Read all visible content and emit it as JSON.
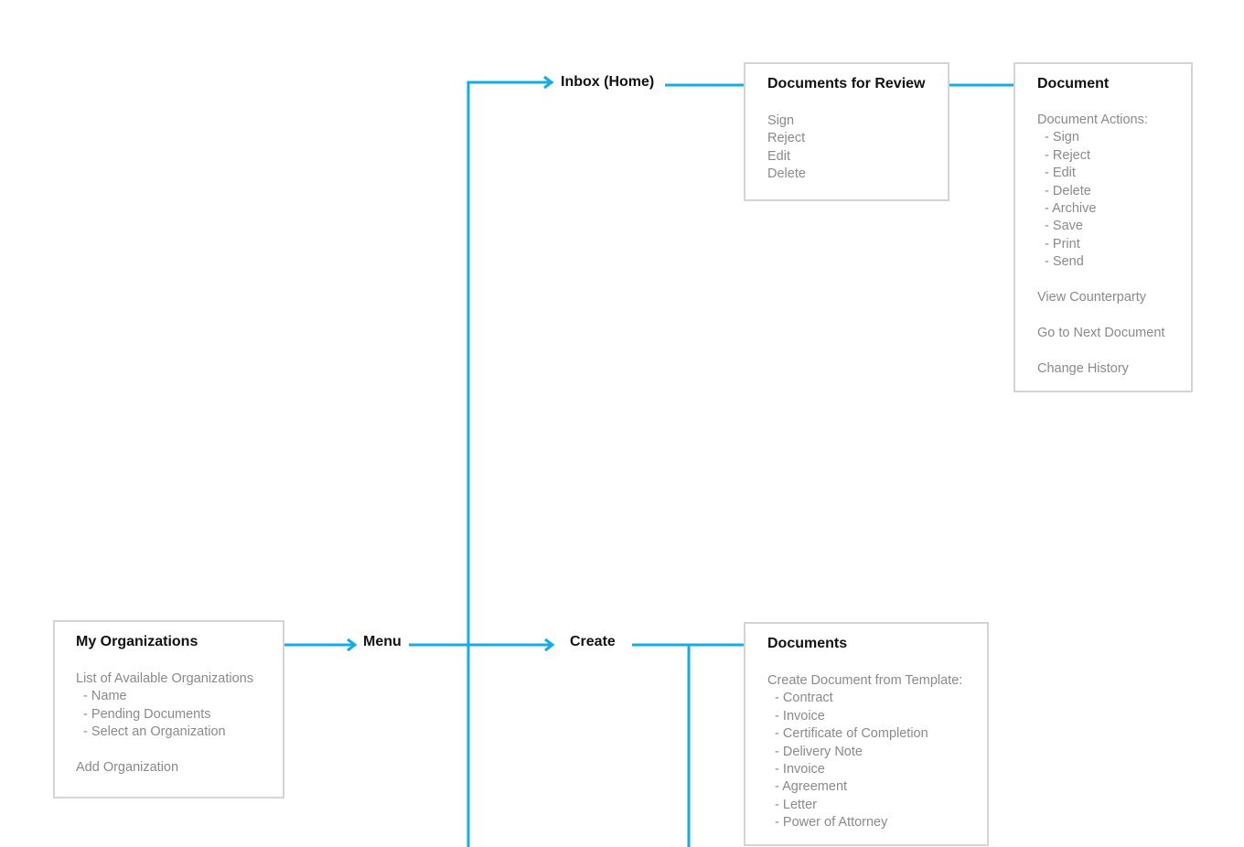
{
  "accent_color": "#14ace8",
  "nodes": {
    "inbox": "Inbox (Home)",
    "menu": "Menu",
    "create": "Create"
  },
  "boxes": {
    "docs_review": {
      "title": "Documents for Review",
      "lines": [
        "Sign",
        "Reject",
        "Edit",
        "Delete"
      ]
    },
    "document": {
      "title": "Document",
      "lines": [
        "Document Actions:",
        "  - Sign",
        "  - Reject",
        "  - Edit",
        "  - Delete",
        "  - Archive",
        "  - Save",
        "  - Print",
        "  - Send",
        "",
        "View Counterparty",
        "",
        "Go to Next Document",
        "",
        "Change History"
      ]
    },
    "my_orgs": {
      "title": "My Organizations",
      "lines": [
        "List of Available Organizations",
        "  - Name",
        "  - Pending Documents",
        "  - Select an Organization",
        "",
        "Add Organization"
      ]
    },
    "documents": {
      "title": "Documents",
      "lines": [
        "Create Document from Template:",
        "  - Contract",
        "  - Invoice",
        "  - Certificate of Completion",
        "  - Delivery Note",
        "  - Invoice",
        "  - Agreement",
        "  - Letter",
        "  - Power of Attorney"
      ]
    }
  }
}
